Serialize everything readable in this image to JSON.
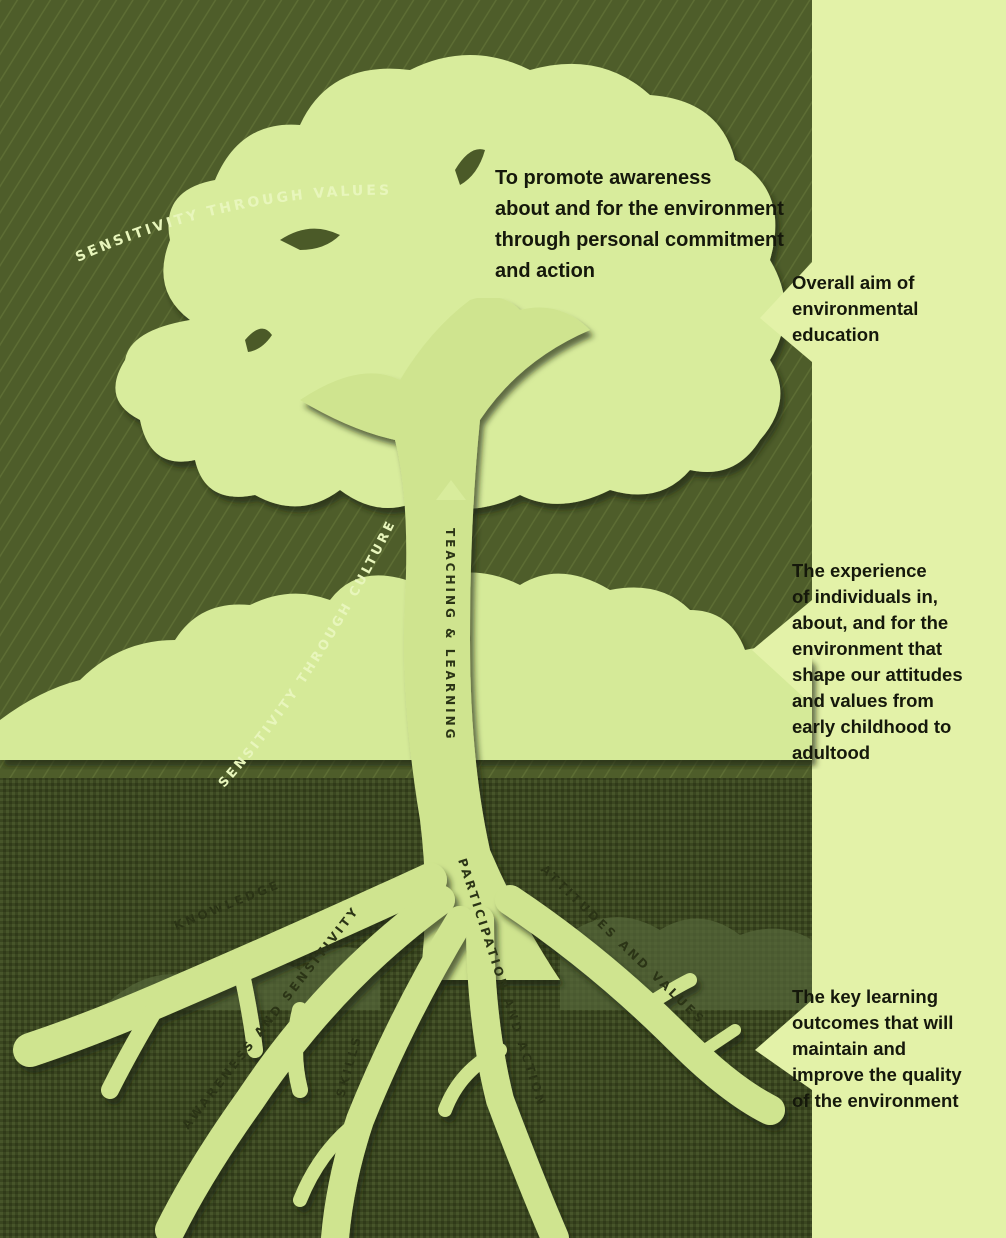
{
  "aim_text": [
    "To promote awareness",
    "about and for the environment",
    "through personal commitment",
    "and action"
  ],
  "right_labels": {
    "overall_aim": [
      "Overall aim of",
      "environmental",
      "education"
    ],
    "experience": [
      "The experience",
      "of individuals in,",
      "about, and for the",
      "environment that",
      "shape our attitudes",
      "and values from",
      "early childhood to",
      "adultood"
    ],
    "outcomes": [
      "The key learning",
      "outcomes that will",
      "maintain and",
      "improve the quality",
      "of the environment"
    ]
  },
  "tree_labels": {
    "crown": "SENSITIVITY THROUGH VALUES",
    "branch": "SENSITIVITY THROUGH CULTURE",
    "trunk": "TEACHING & LEARNING"
  },
  "root_labels": {
    "knowledge": "KNOWLEDGE",
    "awareness": "AWARENESS AND SENSITIVITY",
    "skills": "SKILLS",
    "participation": "PARTICIPATION AND ACTION",
    "attitudes": "ATTITUDES AND VALUES"
  },
  "colors": {
    "light_green": "#d8ec9c",
    "sky_dark": "#4b5a28",
    "ground_dark": "#2e3818",
    "panel": "#e3f2a8",
    "text": "#15180b"
  }
}
